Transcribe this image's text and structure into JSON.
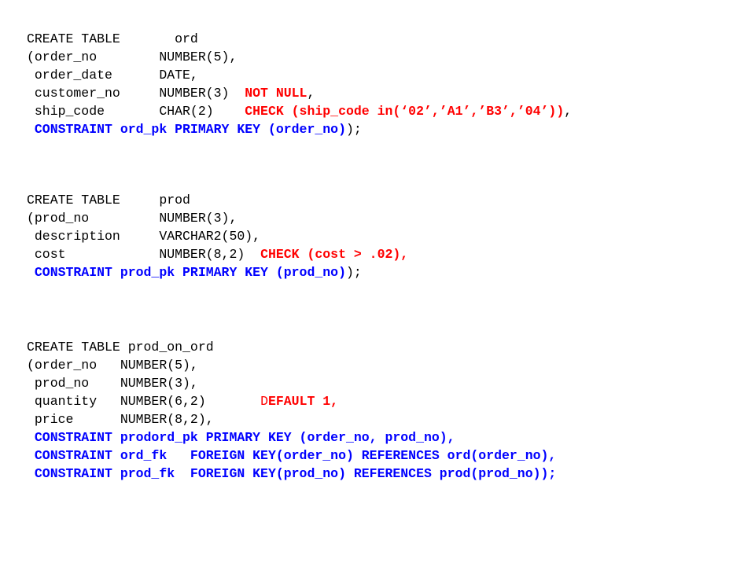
{
  "colors": {
    "text": "#000000",
    "constraint_red": "#ff0000",
    "constraint_blue": "#0000ff",
    "background": "#ffffff"
  },
  "blocks": [
    {
      "id": "block-ord",
      "name": "create-table-ord-block",
      "lines": [
        [
          {
            "t": "CREATE TABLE       ord",
            "s": "normal"
          }
        ],
        [
          {
            "t": "(order_no        NUMBER(5),",
            "s": "normal"
          }
        ],
        [
          {
            "t": " order_date      DATE,",
            "s": "normal"
          }
        ],
        [
          {
            "t": " customer_no     NUMBER(3)  ",
            "s": "normal"
          },
          {
            "t": "NOT NULL",
            "s": "red"
          },
          {
            "t": ",",
            "s": "normal"
          }
        ],
        [
          {
            "t": " ship_code       CHAR(2)    ",
            "s": "normal"
          },
          {
            "t": "CHECK (ship_code in(‘02’,’A1’,’B3’,’04’))",
            "s": "red"
          },
          {
            "t": ",",
            "s": "normal"
          }
        ],
        [
          {
            "t": " CONSTRAINT ord_pk PRIMARY KEY (order_no)",
            "s": "blue"
          },
          {
            "t": ");",
            "s": "normal"
          }
        ]
      ]
    },
    {
      "id": "block-prod",
      "name": "create-table-prod-block",
      "lines": [
        [
          {
            "t": "CREATE TABLE     prod",
            "s": "normal"
          }
        ],
        [
          {
            "t": "(prod_no         NUMBER(3),",
            "s": "normal"
          }
        ],
        [
          {
            "t": " description     VARCHAR2(50),",
            "s": "normal"
          }
        ],
        [
          {
            "t": " cost            NUMBER(8,2)  ",
            "s": "normal"
          },
          {
            "t": "CHECK (cost > .02),",
            "s": "red"
          }
        ],
        [
          {
            "t": " CONSTRAINT prod_pk PRIMARY KEY (prod_no)",
            "s": "blue"
          },
          {
            "t": ");",
            "s": "normal"
          }
        ]
      ]
    },
    {
      "id": "block-prod-on-ord",
      "name": "create-table-prod-on-ord-block",
      "lines": [
        [
          {
            "t": "CREATE TABLE prod_on_ord",
            "s": "normal"
          }
        ],
        [
          {
            "t": "(order_no   NUMBER(5),",
            "s": "normal"
          }
        ],
        [
          {
            "t": " prod_no    NUMBER(3),",
            "s": "normal"
          }
        ],
        [
          {
            "t": " quantity   NUMBER(6,2)       ",
            "s": "normal"
          },
          {
            "t": "D",
            "s": "red-plain"
          },
          {
            "t": "EFAULT 1,",
            "s": "red"
          }
        ],
        [
          {
            "t": " price      NUMBER(8,2),",
            "s": "normal"
          }
        ],
        [
          {
            "t": " CONSTRAINT prodord_pk PRIMARY KEY (order_no, prod_no),",
            "s": "blue"
          }
        ],
        [
          {
            "t": " CONSTRAINT ord_fk   FOREIGN KEY(order_no) REFERENCES ord(order_no),",
            "s": "blue"
          }
        ],
        [
          {
            "t": " CONSTRAINT prod_fk  FOREIGN KEY(prod_no) REFERENCES prod(prod_no)",
            "s": "blue"
          },
          {
            "t": ");",
            "s": "blue"
          }
        ]
      ]
    }
  ]
}
